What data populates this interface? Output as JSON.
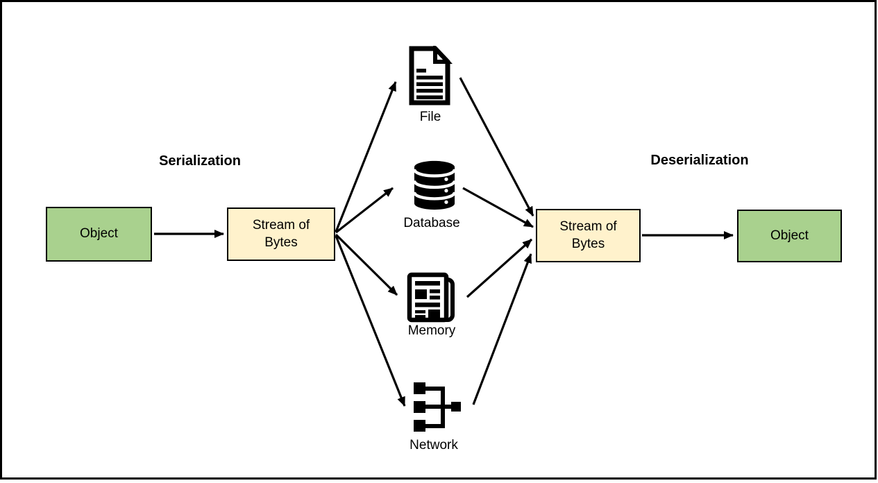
{
  "diagram": {
    "process_labels": {
      "serialization": "Serialization",
      "deserialization": "Deserialization"
    },
    "nodes": {
      "object_left": "Object",
      "stream_left": "Stream of Bytes",
      "stream_right": "Stream of Bytes",
      "object_right": "Object"
    },
    "targets": [
      {
        "id": "file",
        "label": "File",
        "icon": "file-icon"
      },
      {
        "id": "database",
        "label": "Database",
        "icon": "database-icon"
      },
      {
        "id": "memory",
        "label": "Memory",
        "icon": "memory-icon"
      },
      {
        "id": "network",
        "label": "Network",
        "icon": "network-icon"
      }
    ],
    "edges": [
      {
        "from": "object_left",
        "to": "stream_left"
      },
      {
        "from": "stream_left",
        "to": "file"
      },
      {
        "from": "stream_left",
        "to": "database"
      },
      {
        "from": "stream_left",
        "to": "memory"
      },
      {
        "from": "stream_left",
        "to": "network"
      },
      {
        "from": "file",
        "to": "stream_right"
      },
      {
        "from": "database",
        "to": "stream_right"
      },
      {
        "from": "memory",
        "to": "stream_right"
      },
      {
        "from": "network",
        "to": "stream_right"
      },
      {
        "from": "stream_right",
        "to": "object_right"
      }
    ],
    "colors": {
      "object_fill": "#a9d18e",
      "stream_fill": "#fff2cc",
      "stroke": "#000000",
      "background": "#ffffff"
    }
  }
}
